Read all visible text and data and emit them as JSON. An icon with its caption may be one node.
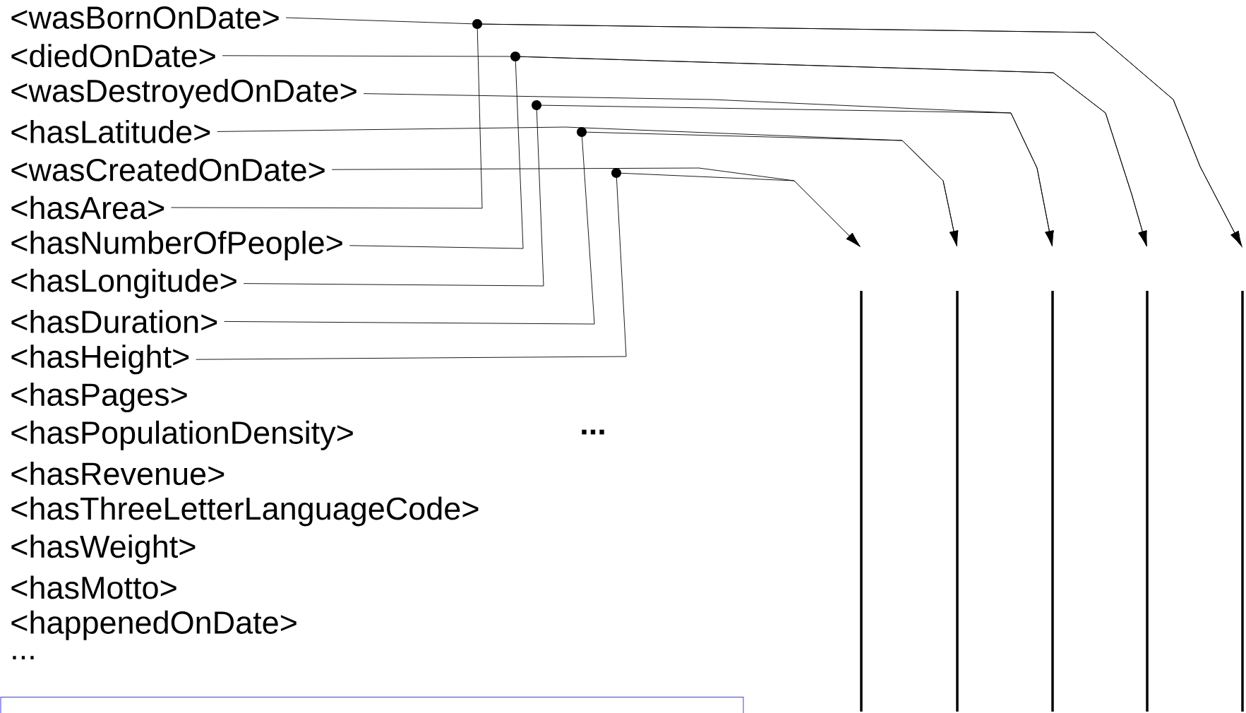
{
  "diagram": {
    "nodes": [
      {
        "text": [
          "<wasBornOnDate>"
        ]
      },
      {
        "text": [
          "<diedOnDate>"
        ]
      },
      {
        "text": [
          "<wasDestroyedOnDate>"
        ]
      },
      {
        "text": [
          "<hasLatitude>"
        ]
      },
      {
        "text": [
          "<wasCreatedOnDate>"
        ]
      },
      {
        "text": [
          "<hasArea>"
        ]
      },
      {
        "text": [
          "<hasNumberOfPeople>"
        ]
      },
      {
        "text": [
          "<hasLongitude>"
        ]
      },
      {
        "text": [
          "<hasDuration>"
        ]
      },
      {
        "text": [
          "<hasHeight>"
        ]
      },
      {
        "text": [
          "<hasPages>"
        ]
      },
      {
        "text": [
          "<hasPopulationDensity>"
        ]
      },
      {
        "text": [
          "<hasRevenue>"
        ]
      },
      {
        "text": [
          "<hasThreeLetterLanguageCode>"
        ]
      },
      {
        "text": [
          "<hasWeight>"
        ]
      },
      {
        "text": [
          "<hasMotto>"
        ]
      },
      {
        "text": [
          "<happenedOnDate>"
        ]
      },
      {
        "text": [],
        "shape": "bar"
      },
      {
        "text": [],
        "shape": "bar"
      },
      {
        "text": [],
        "shape": "bar"
      },
      {
        "text": [],
        "shape": "bar"
      },
      {
        "text": [],
        "shape": "bar"
      },
      {
        "text": [],
        "shape": "box"
      }
    ],
    "edges": [
      {
        "from": 0,
        "to": 21,
        "arrow": "to"
      },
      {
        "from": 5,
        "to": 21,
        "arrow": "to"
      },
      {
        "from": 1,
        "to": 20,
        "arrow": "to"
      },
      {
        "from": 6,
        "to": 20,
        "arrow": "to"
      },
      {
        "from": 2,
        "to": 19,
        "arrow": "to"
      },
      {
        "from": 7,
        "to": 19,
        "arrow": "to"
      },
      {
        "from": 3,
        "to": 18,
        "arrow": "to"
      },
      {
        "from": 8,
        "to": 18,
        "arrow": "to"
      },
      {
        "from": 4,
        "to": 17,
        "arrow": "to"
      },
      {
        "from": 9,
        "to": 17,
        "arrow": "to"
      }
    ],
    "labels": [
      "...",
      "..."
    ]
  }
}
